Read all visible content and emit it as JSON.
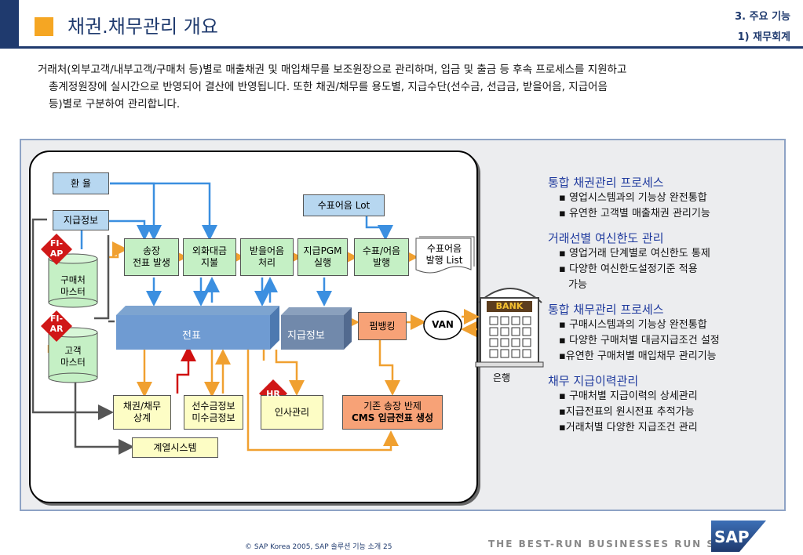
{
  "header": {
    "title": "채권.채무관리 개요",
    "section": "3. 주요 기능",
    "subsection": "1) 재무회계"
  },
  "intro": {
    "line1": "거래처(외부고객/내부고객/구매처 등)별로 매출채권 및 매입채무를 보조원장으로 관리하며, 입금 및 출금 등 후속 프로세스를 지원하고",
    "line2": "총계정원장에 실시간으로 반영되어 결산에 반영됩니다. 또한 채권/채무를 용도별, 지급수단(선수금, 선급금, 받을어음, 지급어음",
    "line3": "등)별로 구분하여 관리합니다."
  },
  "diagram": {
    "exchange_rate": "환 율",
    "payment_info": "지급정보",
    "fi_ap": "FI-AP",
    "fi_ap_1": "FI-",
    "fi_ap_2": "AP",
    "vendor_master_1": "구매처",
    "vendor_master_2": "마스터",
    "fi_ar_1": "FI-",
    "fi_ar_2": "AR",
    "customer_master_1": "고객",
    "customer_master_2": "마스터",
    "invoice_1": "송장",
    "invoice_2": "전표 발생",
    "fx_1": "외화대금",
    "fx_2": "지불",
    "notes_recv_1": "받을어음",
    "notes_recv_2": "처리",
    "pgm_1": "지급PGM",
    "pgm_2": "실행",
    "check_issue_1": "수표/어음",
    "check_issue_2": "발행",
    "check_lot": "수표어음 Lot",
    "check_list_1": "수표어음",
    "check_list_2": "발행 List",
    "voucher": "전표",
    "payment_info_slab": "지급정보",
    "firm_banking": "펌뱅킹",
    "van": "VAN",
    "bank_sign": "BANK",
    "bank_label": "은행",
    "reconcile_1": "채권/채무",
    "reconcile_2": "상계",
    "advance_1": "선수금정보",
    "advance_2": "미수금정보",
    "hr_badge": "HR",
    "hr": "인사관리",
    "cms_1": "기존 송장 반제",
    "cms_2": "CMS 입금전표 생성",
    "affiliate": "계열시스템"
  },
  "features": [
    {
      "heading": "통합 채권관리 프로세스",
      "items": [
        "▪ 영업시스템과의 기능상 완전통합",
        "▪ 유연한 고객별 매출채권 관리기능"
      ]
    },
    {
      "heading": "거래선별 여신한도 관리",
      "items": [
        "▪ 영업거래 단계별로 여신한도 통제",
        "▪ 다양한  여신한도설정기준 적용",
        "가능"
      ]
    },
    {
      "heading": "통합 채무관리 프로세스",
      "items": [
        "▪ 구매시스템과의 기능상 완전통합",
        "▪ 다양한 구매처별 대금지급조건 설정",
        "▪유연한 구매처별 매입채무 관리기능"
      ]
    },
    {
      "heading": "채무 지급이력관리",
      "items": [
        "▪ 구매처별 지급이력의 상세관리",
        "▪지급전표의 원시전표 추적가능",
        "▪거래처별 다양한 지급조건 관리"
      ]
    }
  ],
  "footer": {
    "copyright": "©  SAP Korea 2005, SAP 솔루션 기능 소개   25",
    "slogan": "THE BEST-RUN BUSINESSES RUN SAP",
    "logo": "SAP"
  },
  "colors": {
    "navy": "#1f3a6e",
    "orange": "#f5a623",
    "arrow_blue": "#3b8fe0",
    "arrow_orange": "#f0a030"
  }
}
